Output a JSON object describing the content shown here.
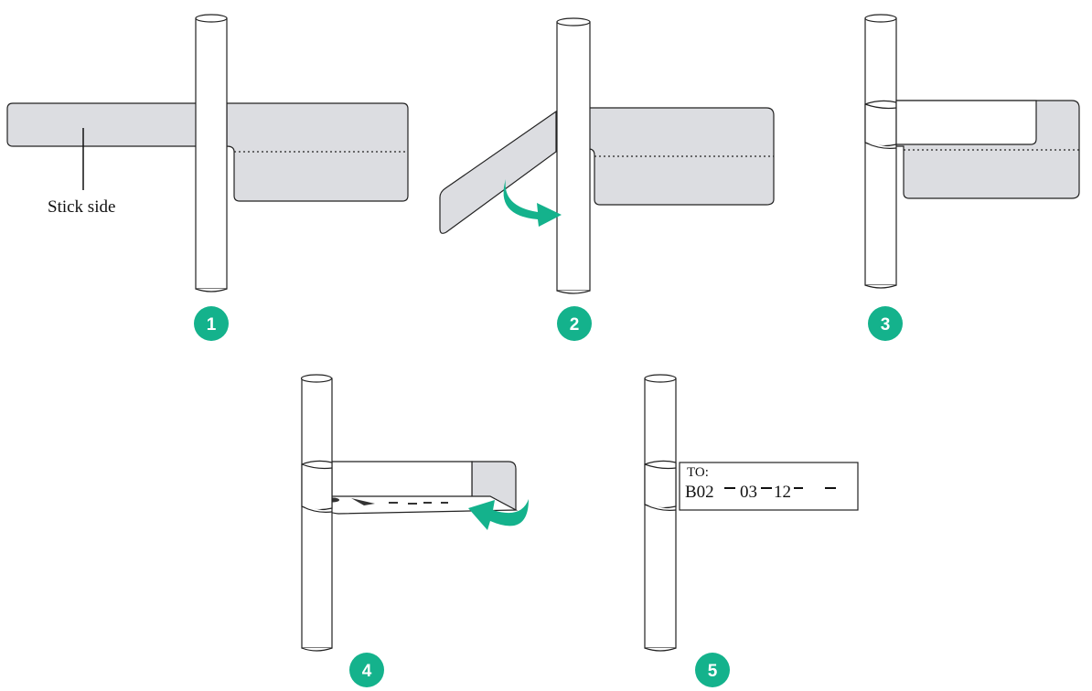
{
  "title": "",
  "steps": [
    {
      "number": "1",
      "callout": "Stick side"
    },
    {
      "number": "2"
    },
    {
      "number": "3"
    },
    {
      "number": "4"
    },
    {
      "number": "5",
      "label_line1": "TO:",
      "label_line2_parts": [
        "B02",
        "03",
        "12"
      ]
    }
  ],
  "colors": {
    "accent": "#14b28c",
    "label_fill": "#dcdde1",
    "line": "#222222"
  }
}
